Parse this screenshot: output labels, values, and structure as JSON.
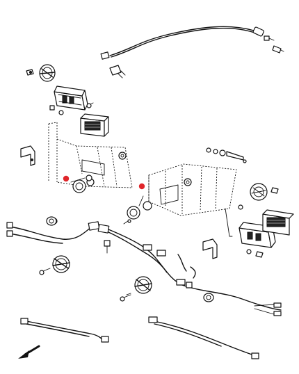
{
  "colors": {
    "line": "#111111",
    "background": "#ffffff",
    "marker": "#e0262b"
  },
  "highlighted_markers": 2,
  "icons": [
    "harness-top",
    "work-lamp-left-unit",
    "work-lamp-right-unit",
    "headlamp-round-left",
    "headlamp-round-right",
    "mounting-frame-left",
    "mounting-frame-right",
    "grommet",
    "direction-arrow"
  ]
}
